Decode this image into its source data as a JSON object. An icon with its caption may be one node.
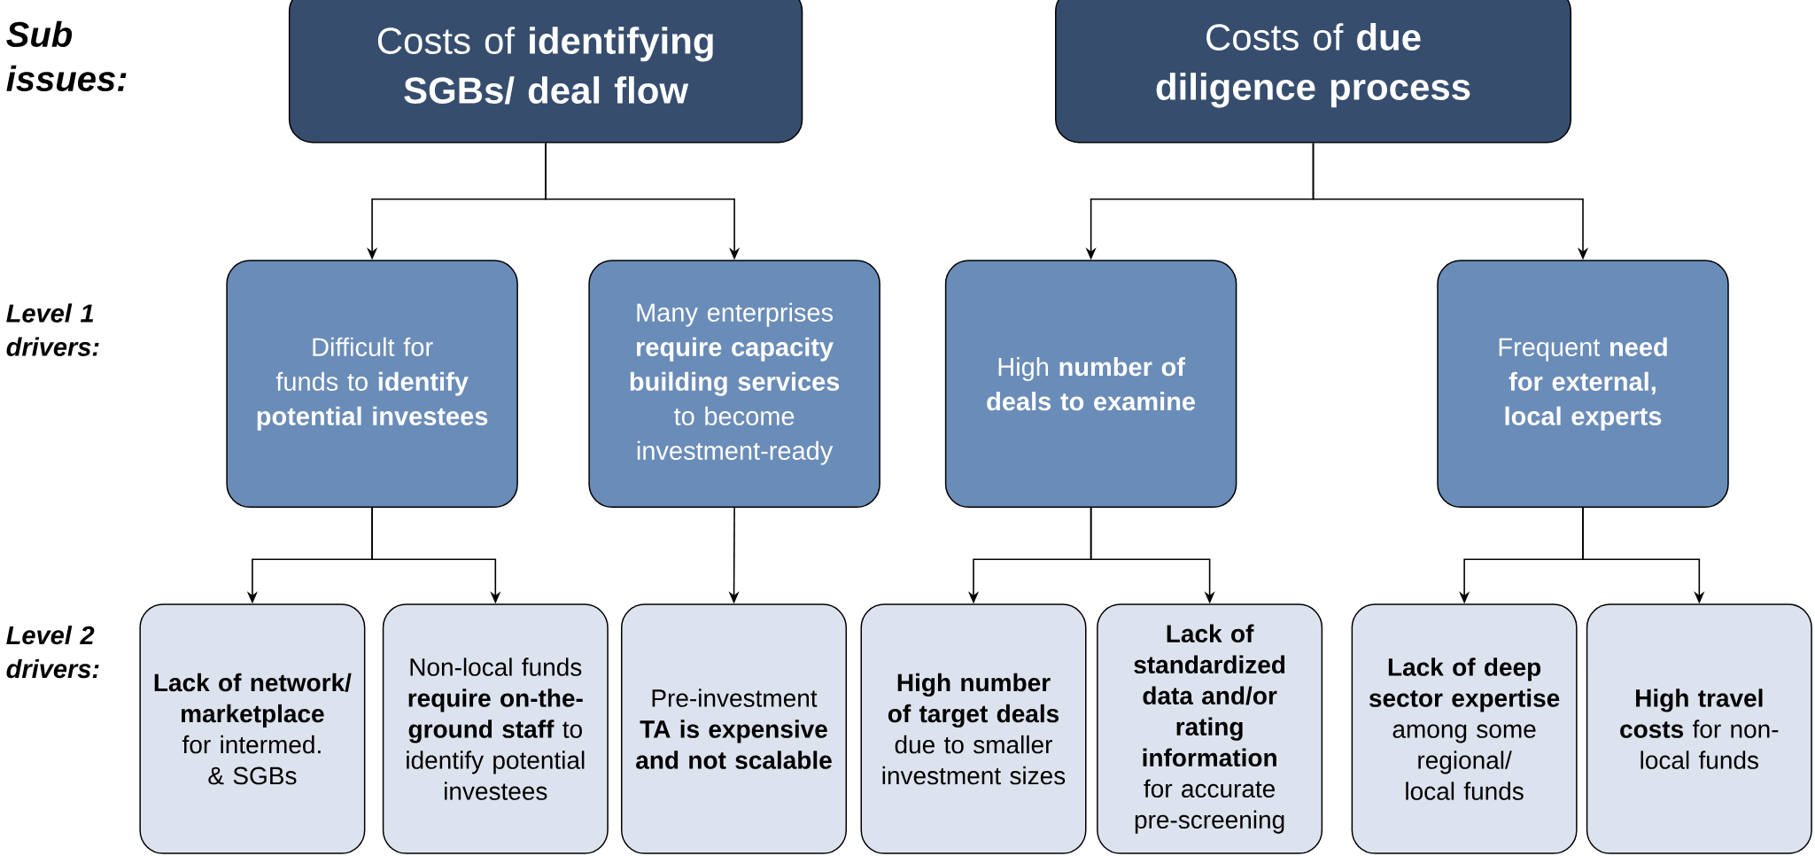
{
  "diagram": {
    "nodes": [
      {
        "text": [
          "Costs of **identifying SGBs/ deal flow**"
        ]
      },
      {
        "text": [
          "Costs of **due diligence process**"
        ]
      },
      {
        "text": [
          "Difficult for funds to **identify potential investees**"
        ]
      },
      {
        "text": [
          "Many enterprises **require capacity building services** to become investment-ready"
        ]
      },
      {
        "text": [
          "High **number of deals to examine**"
        ]
      },
      {
        "text": [
          "Frequent **need for external, local experts**"
        ]
      },
      {
        "text": [
          "**Lack of network/ marketplace** for intermed. & SGBs"
        ]
      },
      {
        "text": [
          "Non-local funds **require on-the-ground staff** to identify potential investees"
        ]
      },
      {
        "text": [
          "Pre-investment **TA is expensive and not scalable**"
        ]
      },
      {
        "text": [
          "**High number of target deals** due to smaller investment sizes"
        ]
      },
      {
        "text": [
          "**Lack of standardized data and/or rating information** for accurate pre-screening"
        ]
      },
      {
        "text": [
          "**Lack of deep sector expertise** among some regional/ local funds"
        ]
      },
      {
        "text": [
          "**High travel costs** for non-local funds"
        ]
      }
    ],
    "edges": [
      {
        "from": 0,
        "to": 2,
        "arrow": "to"
      },
      {
        "from": 0,
        "to": 3,
        "arrow": "to"
      },
      {
        "from": 1,
        "to": 4,
        "arrow": "to"
      },
      {
        "from": 1,
        "to": 5,
        "arrow": "to"
      },
      {
        "from": 2,
        "to": 6,
        "arrow": "to"
      },
      {
        "from": 2,
        "to": 7,
        "arrow": "to"
      },
      {
        "from": 3,
        "to": 8,
        "arrow": "to"
      },
      {
        "from": 4,
        "to": 9,
        "arrow": "to"
      },
      {
        "from": 4,
        "to": 10,
        "arrow": "to"
      },
      {
        "from": 5,
        "to": 11,
        "arrow": "to"
      },
      {
        "from": 5,
        "to": 12,
        "arrow": "to"
      }
    ],
    "labels": [
      "Sub issues:",
      "Level 1 drivers:",
      "Level 2 drivers:"
    ]
  }
}
